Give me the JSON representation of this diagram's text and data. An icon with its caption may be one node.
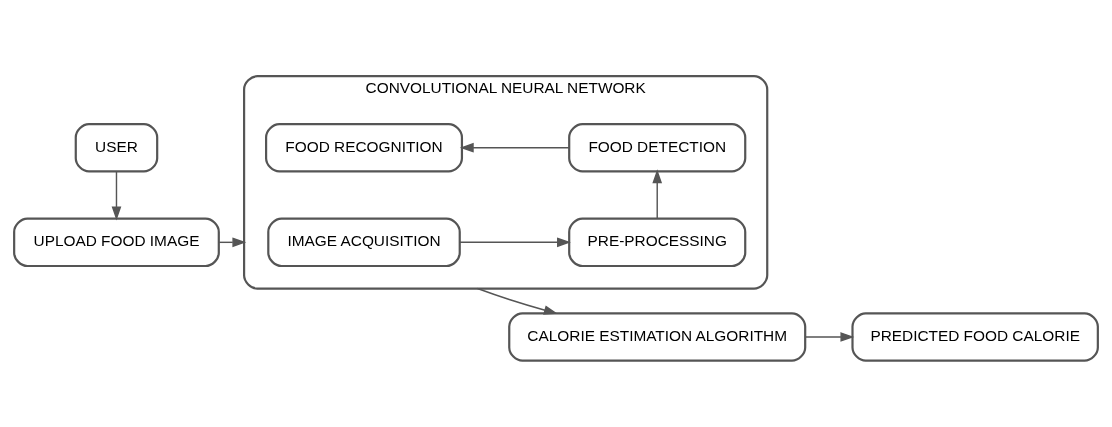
{
  "diagram": {
    "nodes": [
      {
        "text": [
          "USER"
        ]
      },
      {
        "text": [
          "UPLOAD FOOD IMAGE"
        ]
      },
      {
        "text": [
          "CONVOLUTIONAL NEURAL NETWORK"
        ]
      },
      {
        "text": [
          "IMAGE ACQUISITION"
        ],
        "in": 2
      },
      {
        "text": [
          "PRE-PROCESSING"
        ],
        "in": 2
      },
      {
        "text": [
          "FOOD RECOGNITION"
        ],
        "in": 2
      },
      {
        "text": [
          "FOOD DETECTION"
        ],
        "in": 2
      },
      {
        "text": [
          "CALORIE ESTIMATION ALGORITHM"
        ]
      },
      {
        "text": [
          "PREDICTED FOOD CALORIE"
        ]
      }
    ],
    "edges": [
      {
        "from": 0,
        "to": 1,
        "arrow": "to"
      },
      {
        "from": 1,
        "to": 2,
        "arrow": "to"
      },
      {
        "from": 3,
        "to": 4,
        "arrow": "to"
      },
      {
        "from": 4,
        "to": 6,
        "arrow": "to"
      },
      {
        "from": 6,
        "to": 5,
        "arrow": "to"
      },
      {
        "from": 2,
        "to": 7,
        "arrow": "to"
      },
      {
        "from": 7,
        "to": 8,
        "arrow": "to"
      }
    ]
  }
}
